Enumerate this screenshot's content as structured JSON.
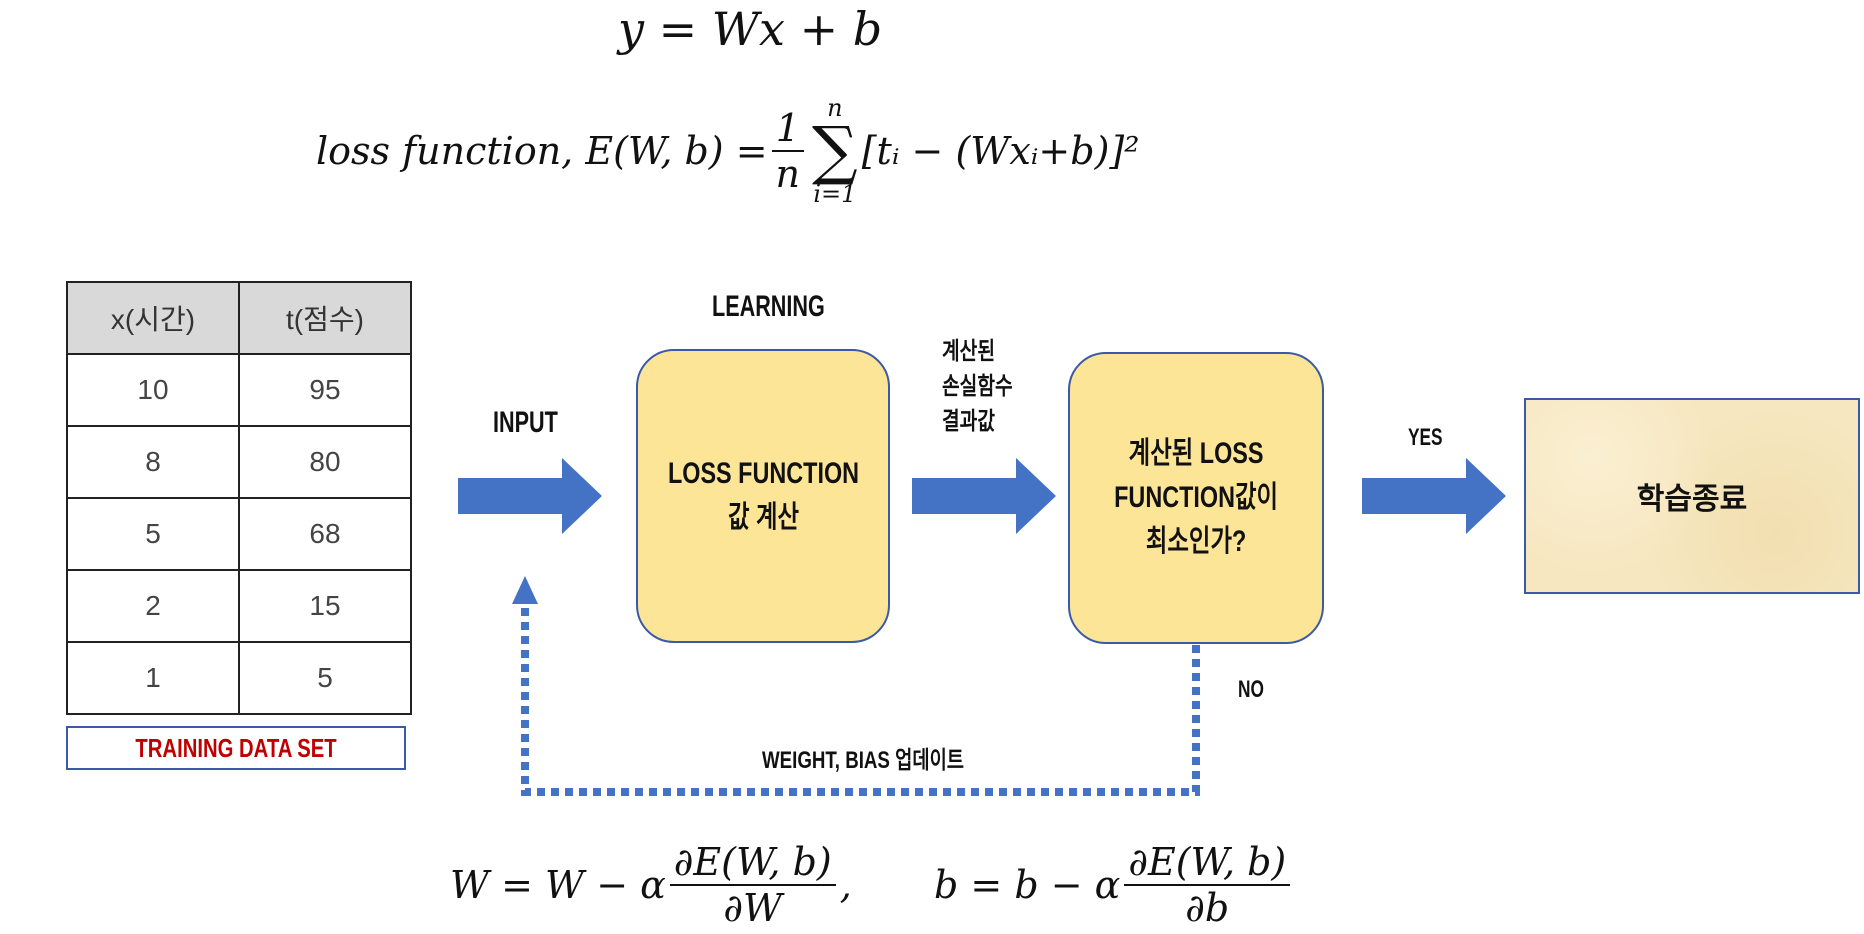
{
  "equations": {
    "model": "y = Wx + b",
    "loss": {
      "label": "loss function, E(W, b) =",
      "frac_num": "1",
      "frac_den": "n",
      "sum_top": "n",
      "sum_bottom": "i=1",
      "body": "[tᵢ − (Wxᵢ+b)]²"
    },
    "update_w": {
      "lhs": "W = W − α",
      "num": "∂E(W, b)",
      "den": "∂W",
      "sep": ","
    },
    "update_b": {
      "lhs": "b = b − α",
      "num": "∂E(W, b)",
      "den": "∂b"
    }
  },
  "table": {
    "headers": [
      "x(시간)",
      "t(점수)"
    ],
    "rows": [
      [
        "10",
        "95"
      ],
      [
        "8",
        "80"
      ],
      [
        "5",
        "68"
      ],
      [
        "2",
        "15"
      ],
      [
        "1",
        "5"
      ]
    ]
  },
  "training_label": "TRAINING DATA SET",
  "labels": {
    "learning": "LEARNING",
    "input": "INPUT",
    "computed": "계산된\n손실함수\n결과값",
    "yes": "YES",
    "no": "NO",
    "update": "WEIGHT, BIAS 업데이트"
  },
  "boxes": {
    "loss": "LOSS FUNCTION\n값 계산",
    "check": "계산된 LOSS\nFUNCTION값이\n최소인가?",
    "end": "학습종료"
  },
  "colors": {
    "arrow": "#4472c4",
    "box_fill": "#fde598",
    "box_border": "#3a5aa8",
    "training_text": "#c00000"
  }
}
